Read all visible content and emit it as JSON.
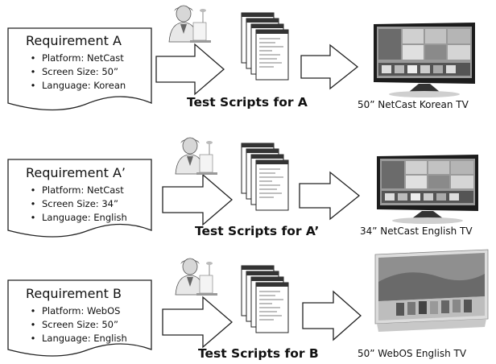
{
  "rows": [
    {
      "requirement": {
        "title": "Requirement A",
        "items": [
          "Platform: NetCast",
          "Screen Size: 50”",
          "Language: Korean"
        ]
      },
      "scripts_label": "Test Scripts for A",
      "tv_label": "50” NetCast Korean TV",
      "tv_kind": "netcast"
    },
    {
      "requirement": {
        "title": "Requirement A’",
        "items": [
          "Platform: NetCast",
          "Screen Size: 34”",
          "Language: English"
        ]
      },
      "scripts_label": "Test Scripts for A’",
      "tv_label": "34” NetCast English TV",
      "tv_kind": "netcast"
    },
    {
      "requirement": {
        "title": "Requirement B",
        "items": [
          "Platform: WebOS",
          "Screen Size: 50”",
          "Language: English"
        ]
      },
      "scripts_label": "Test Scripts for B",
      "tv_label": "50” WebOS English TV",
      "tv_kind": "webos"
    }
  ],
  "bullet_glyph": "•",
  "icons": {
    "person": "tester-person-icon",
    "scripts": "test-script-stack-icon",
    "arrow": "right-arrow-icon",
    "tv": "television-icon"
  }
}
